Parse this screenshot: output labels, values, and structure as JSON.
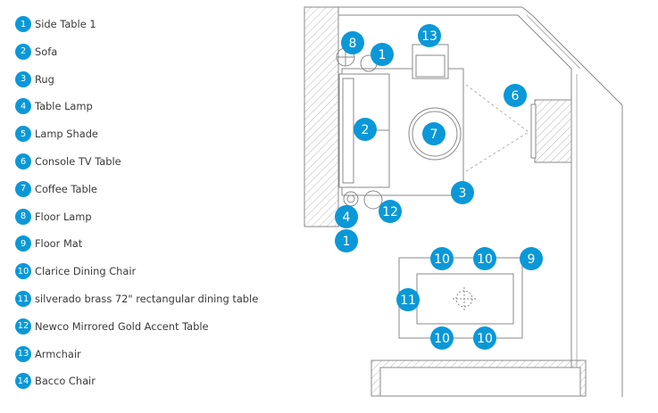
{
  "accent_color": "#0a98d8",
  "legend": [
    {
      "num": "1",
      "label": "Side Table 1"
    },
    {
      "num": "2",
      "label": "Sofa"
    },
    {
      "num": "3",
      "label": "Rug"
    },
    {
      "num": "4",
      "label": "Table Lamp"
    },
    {
      "num": "5",
      "label": "Lamp Shade"
    },
    {
      "num": "6",
      "label": "Console TV Table"
    },
    {
      "num": "7",
      "label": "Coffee Table"
    },
    {
      "num": "8",
      "label": "Floor Lamp"
    },
    {
      "num": "9",
      "label": "Floor Mat"
    },
    {
      "num": "10",
      "label": "Clarice Dining Chair"
    },
    {
      "num": "11",
      "label": "silverado brass 72\" rectangular dining table"
    },
    {
      "num": "12",
      "label": "Newco Mirrored Gold Accent Table"
    },
    {
      "num": "13",
      "label": "Armchair"
    },
    {
      "num": "14",
      "label": "Bacco Chair"
    }
  ],
  "plan_markers": [
    {
      "num": "8"
    },
    {
      "num": "1"
    },
    {
      "num": "13"
    },
    {
      "num": "6"
    },
    {
      "num": "2"
    },
    {
      "num": "7"
    },
    {
      "num": "3"
    },
    {
      "num": "4"
    },
    {
      "num": "12"
    },
    {
      "num": "1"
    },
    {
      "num": "10"
    },
    {
      "num": "10"
    },
    {
      "num": "9"
    },
    {
      "num": "11"
    },
    {
      "num": "10"
    },
    {
      "num": "10"
    }
  ]
}
